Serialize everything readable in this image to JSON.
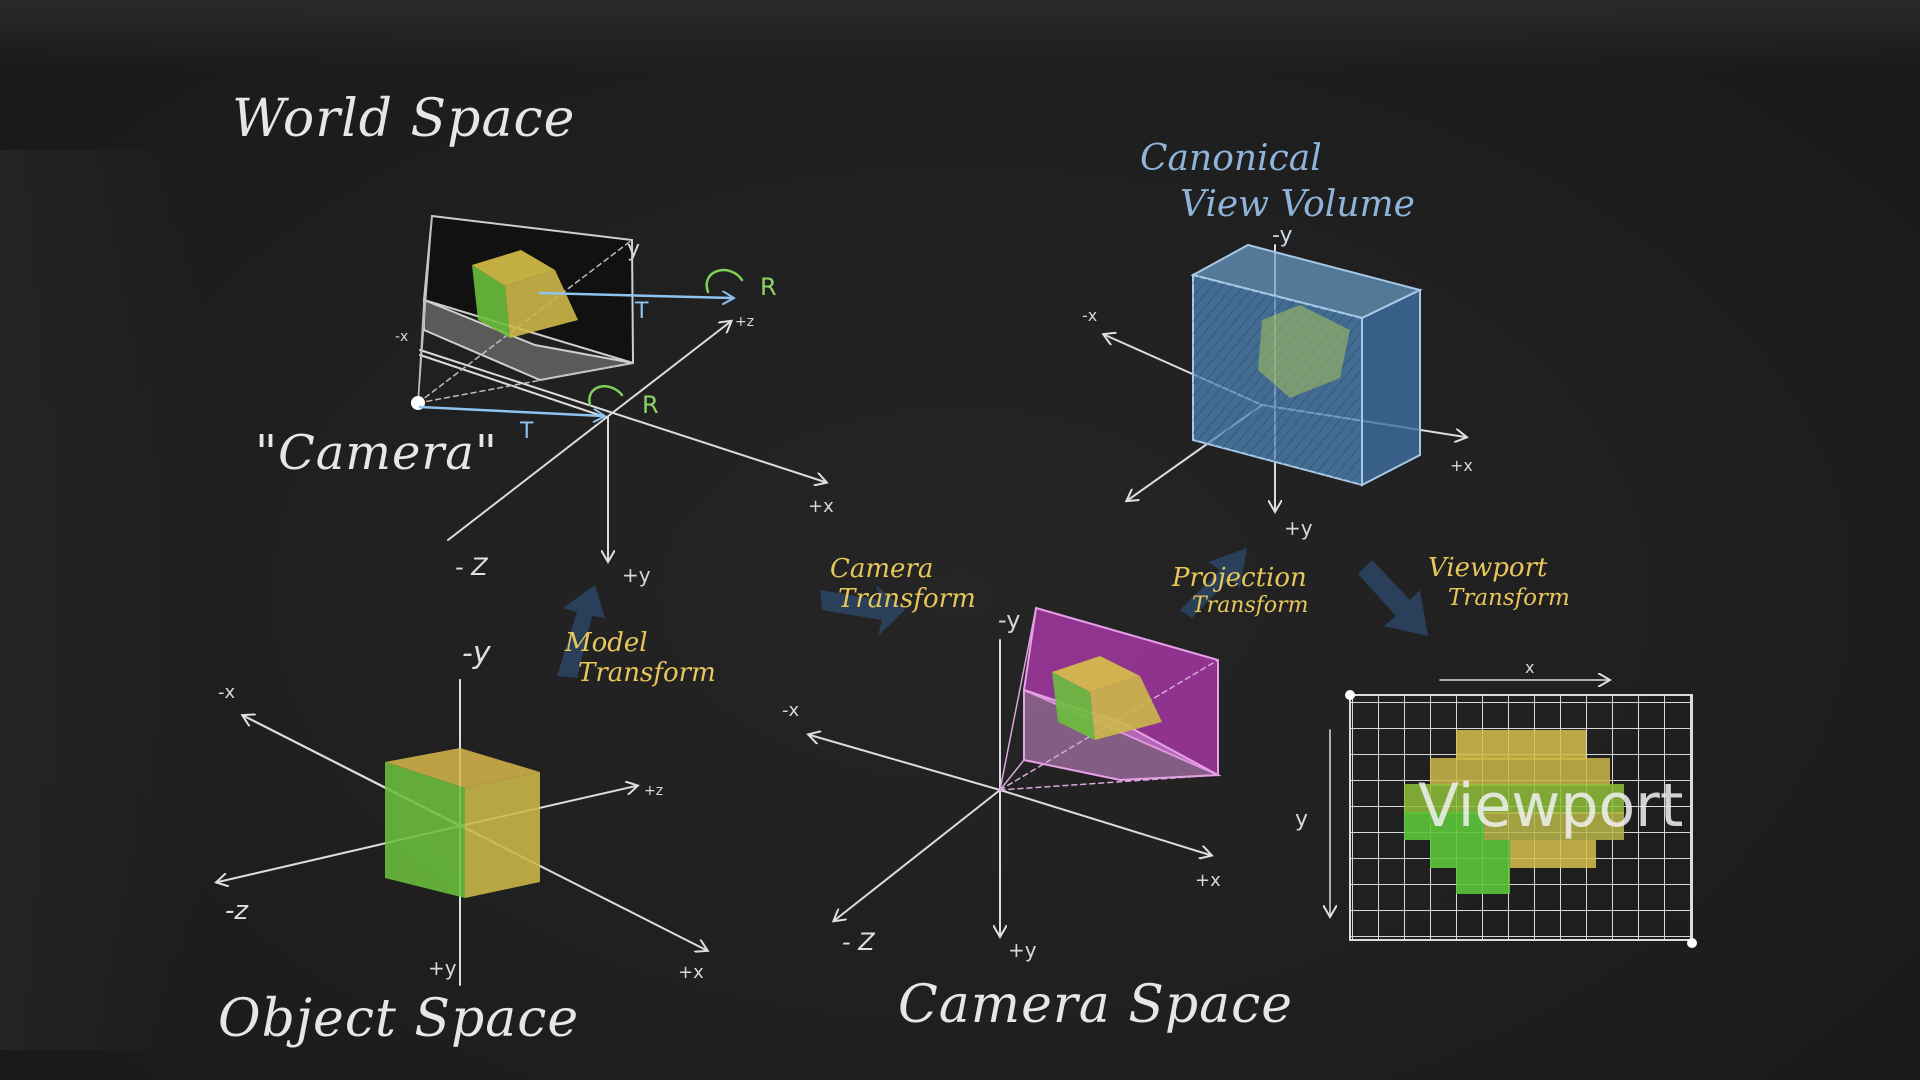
{
  "titles": {
    "world_space": "World Space",
    "object_space": "Object Space",
    "camera_space": "Camera Space",
    "canonical_view_volume_line1": "Canonical",
    "canonical_view_volume_line2": "View Volume",
    "camera_quote": "\"Camera\""
  },
  "transforms": {
    "model_line1": "Model",
    "model_line2": "Transform",
    "camera_line1": "Camera",
    "camera_line2": "Transform",
    "projection_line1": "Projection",
    "projection_line2": "Transform",
    "viewport_line1": "Viewport",
    "viewport_line2": "Transform"
  },
  "world_space": {
    "axis_neg_z": "- Z",
    "axis_pos_y": "+y",
    "axis_pos_x": "+x",
    "axis_neg_x": "-x",
    "axis_pos_z": "+z",
    "axis_y": "y",
    "translate_label": "T",
    "rotate_label": "R"
  },
  "object_space": {
    "axis_neg_y": "-y",
    "axis_neg_x": "-x",
    "axis_pos_z": "+z",
    "axis_neg_z": "-z",
    "axis_pos_y": "+y",
    "axis_pos_x": "+x"
  },
  "camera_space": {
    "axis_neg_y": "-y",
    "axis_neg_x": "-x",
    "axis_pos_x": "+x",
    "axis_neg_z": "- Z",
    "axis_pos_y": "+y"
  },
  "canonical": {
    "axis_neg_y": "-y",
    "axis_neg_x": "-x",
    "axis_pos_x": "+x",
    "axis_pos_y": "+y"
  },
  "viewport": {
    "word": "Viewport",
    "axis_x": "x",
    "axis_y": "y"
  },
  "colors": {
    "chalk_white": "#e6e6e6",
    "chalk_blue": "#8fb3d9",
    "chalk_yellow": "#e8c75a",
    "cube_green": "#6cbf3c",
    "cube_yellow": "#cdb84a",
    "frustum_magenta": "#b43ab4",
    "volume_blue": "#4f86b8"
  }
}
